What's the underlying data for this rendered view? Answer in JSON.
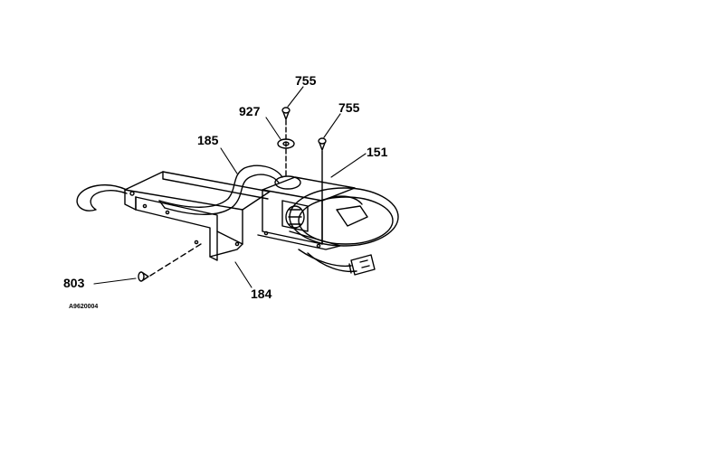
{
  "diagram": {
    "line_color": "#000000",
    "background": "#ffffff",
    "parts": [
      {
        "number": "755",
        "icon": "screw-icon"
      },
      {
        "number": "927",
        "icon": "washer-icon"
      },
      {
        "number": "755",
        "icon": "screw-icon"
      },
      {
        "number": "185",
        "icon": "bracket-arm-icon"
      },
      {
        "number": "151",
        "icon": "motor-icon"
      },
      {
        "number": "803",
        "icon": "screw-icon"
      },
      {
        "number": "184",
        "icon": "mounting-bracket-icon"
      }
    ],
    "drawing_code": "A9620004"
  }
}
